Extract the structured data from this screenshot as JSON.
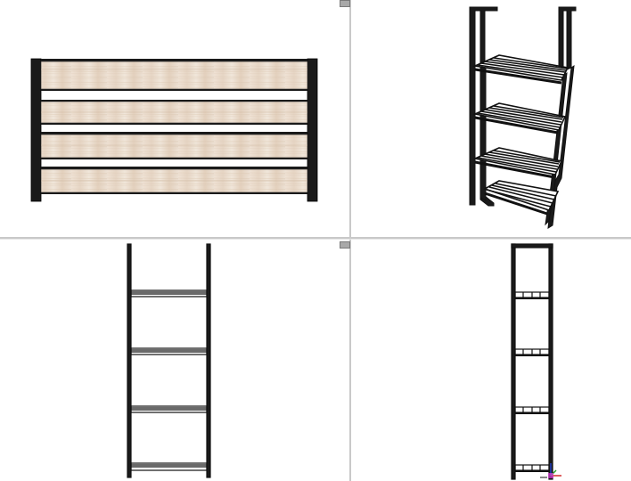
{
  "window": {
    "layout": "four-viewports"
  },
  "viewports": [
    {
      "id": "front",
      "view": "front",
      "shading": "textured-wood"
    },
    {
      "id": "perspective",
      "view": "perspective",
      "shading": "wireframe-shaded"
    },
    {
      "id": "side",
      "view": "side",
      "shading": "wireframe"
    },
    {
      "id": "top",
      "view": "top",
      "shading": "wireframe"
    }
  ],
  "colors": {
    "frame": "#1a1a1a",
    "wood_light": "#efe4d8",
    "wood_dark": "#d9c6b2",
    "divider": "#c9c9c9",
    "axis_x": "#d02020",
    "axis_y": "#20a020",
    "axis_z": "#2040d0",
    "maximize_button": "#a9a9a9"
  },
  "icons": {
    "maximize": "maximize-viewport-icon",
    "axis": "axis-triad-icon"
  },
  "model": {
    "shelf_count": 4
  }
}
